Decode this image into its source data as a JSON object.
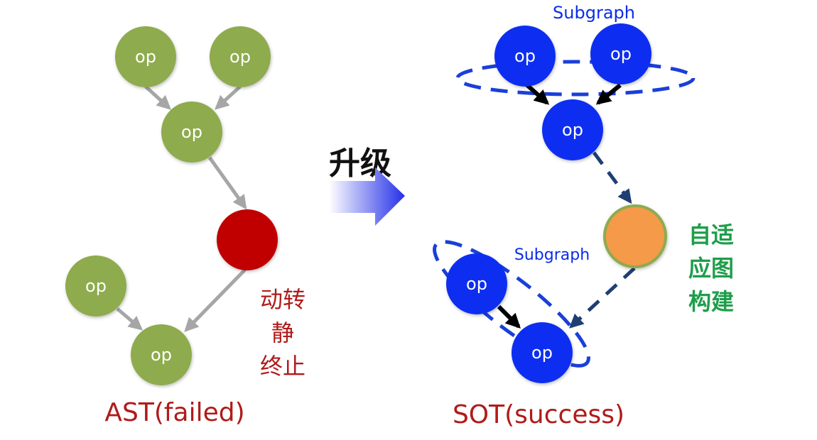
{
  "left": {
    "node_label": "op",
    "annotation_lines": [
      "动转",
      "静",
      "终止"
    ],
    "caption": "AST(failed)"
  },
  "arrow": {
    "label": "升级"
  },
  "right": {
    "node_label": "op",
    "subgraph_label_top": "Subgraph",
    "subgraph_label_bottom": "Subgraph",
    "annotation_lines": [
      "自适",
      "应图",
      "构建"
    ],
    "caption": "SOT(success)"
  },
  "colors": {
    "green_node": "#8eab4d",
    "red_node": "#c00000",
    "blue_node": "#0c2ff0",
    "orange_node": "#f59a4a",
    "gray_edge": "#a6a6a6",
    "dashed_edge": "#1f3f73",
    "black_edge": "#000000",
    "dark_red_text": "#b01b1b",
    "green_text": "#1e9e4a",
    "blue_text": "#0a2de8",
    "ellipse_stroke": "#1a3fd9"
  }
}
